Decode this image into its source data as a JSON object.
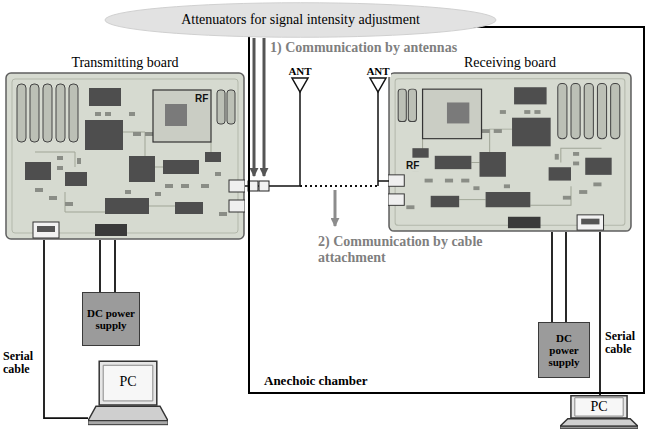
{
  "diagram": {
    "nodes": [
      {
        "text": [
          "Attenuators for signal intensity adjustment"
        ]
      },
      {
        "text": [
          "Transmitting board",
          "RF"
        ]
      },
      {
        "text": [
          "DC power supply"
        ]
      },
      {
        "text": [
          "PC"
        ]
      },
      {
        "text": [
          "Anechoic chamber"
        ]
      },
      {
        "text": [
          "Receiving board",
          "RF"
        ],
        "in": 4
      },
      {
        "text": [
          "DC power supply"
        ],
        "in": 4
      },
      {
        "text": [
          "PC"
        ]
      }
    ],
    "edges": [
      {
        "from": 2,
        "to": 1,
        "arrow": "none"
      },
      {
        "from": 1,
        "to": 3,
        "label": "Serial cable",
        "arrow": "none"
      },
      {
        "from": 6,
        "to": 5,
        "arrow": "none"
      },
      {
        "from": 5,
        "to": 7,
        "label": "Serial cable",
        "arrow": "none"
      }
    ],
    "labels": [
      "1) Communication by antennas",
      "ANT",
      "ANT",
      "2) Communication by cable attachment"
    ]
  }
}
